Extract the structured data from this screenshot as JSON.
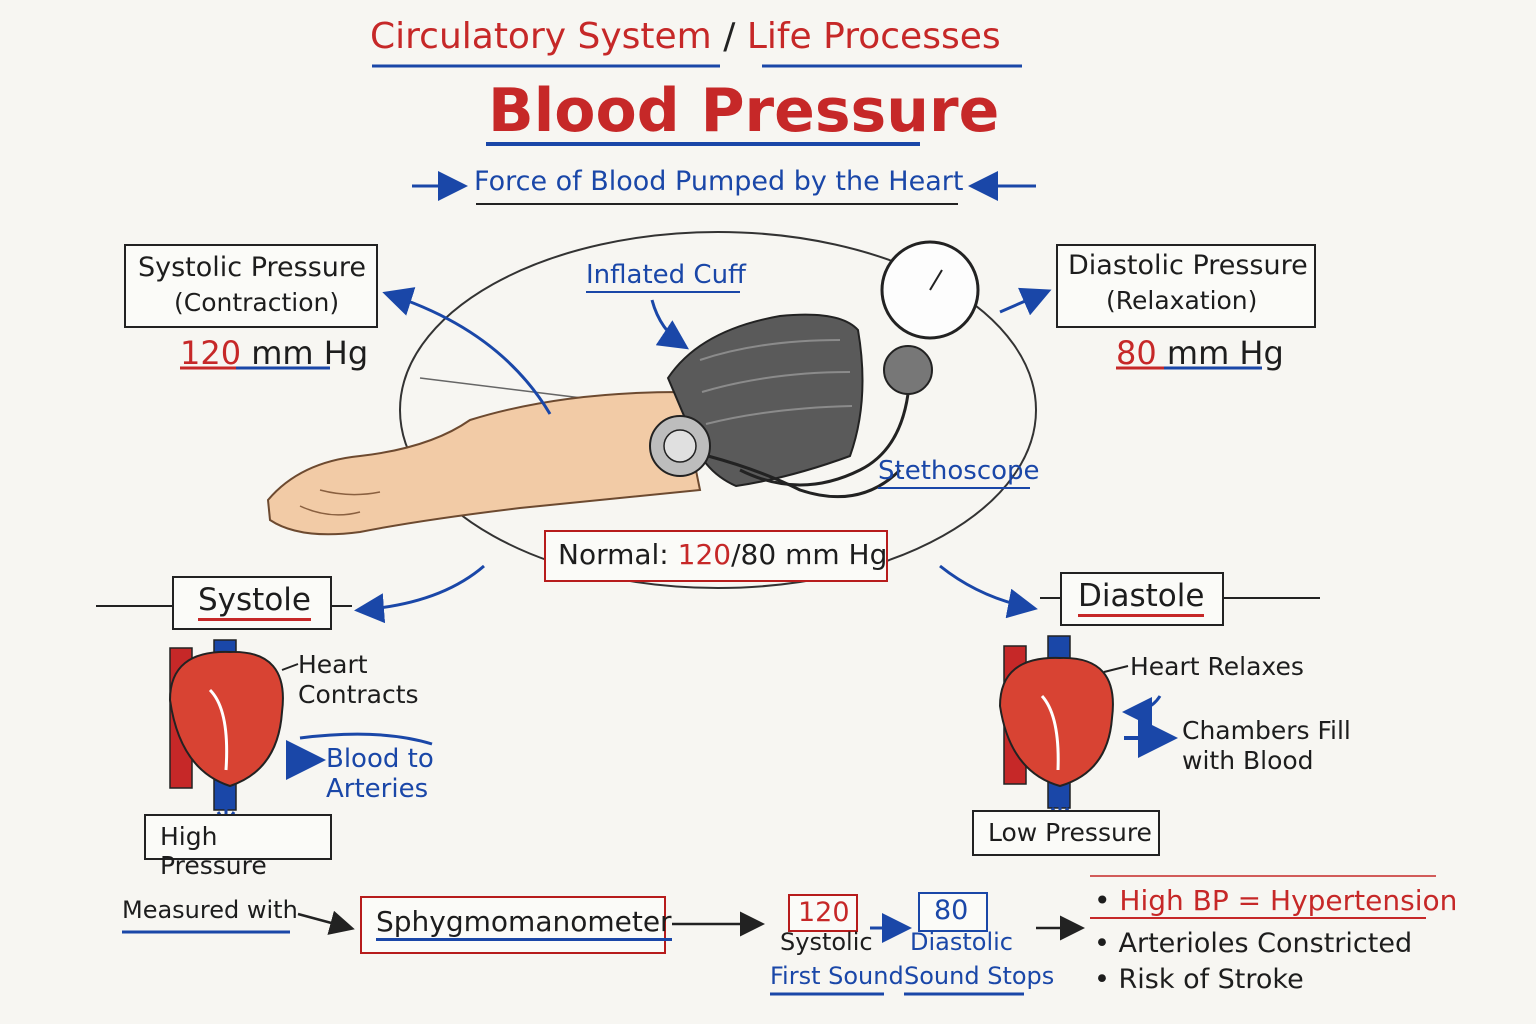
{
  "header": {
    "subject_a": "Circulatory System",
    "slash": "/",
    "subject_b": "Life Processes",
    "title": "Blood Pressure",
    "definition": "Force of Blood Pumped by the Heart"
  },
  "systolic_box": {
    "title": "Systolic Pressure",
    "sub": "(Contraction)",
    "value": "120",
    "unit": "mm Hg"
  },
  "diastolic_box": {
    "title": "Diastolic Pressure",
    "sub": "(Relaxation)",
    "value": "80",
    "unit": "mm Hg"
  },
  "illustration": {
    "cuff_label": "Inflated Cuff",
    "stethoscope_label": "Stethoscope",
    "normal_label": "Normal:",
    "normal_sys": "120",
    "normal_rest": "/80 mm Hg"
  },
  "systole": {
    "label": "Systole",
    "action_line1": "Heart",
    "action_line2": "Contracts",
    "flow_line1": "Blood to",
    "flow_line2": "Arteries",
    "pressure": "High Pressure"
  },
  "diastole": {
    "label": "Diastole",
    "action": "Heart Relaxes",
    "flow_line1": "Chambers Fill",
    "flow_line2": "with Blood",
    "pressure": "Low Pressure"
  },
  "measurement": {
    "measured_with": "Measured with",
    "instrument": "Sphygmomanometer",
    "sys_value": "120",
    "sys_label": "Systolic",
    "sys_sound": "First Sound",
    "dia_value": "80",
    "dia_label": "Diastolic",
    "dia_sound": "Sound Stops"
  },
  "high_bp": {
    "heading": "High BP = Hypertension",
    "points": [
      "Arterioles Constricted",
      "Risk of Stroke"
    ]
  },
  "colors": {
    "accent_red": "#c62828",
    "accent_blue": "#1a47a8",
    "ink": "#1d1d1d"
  }
}
